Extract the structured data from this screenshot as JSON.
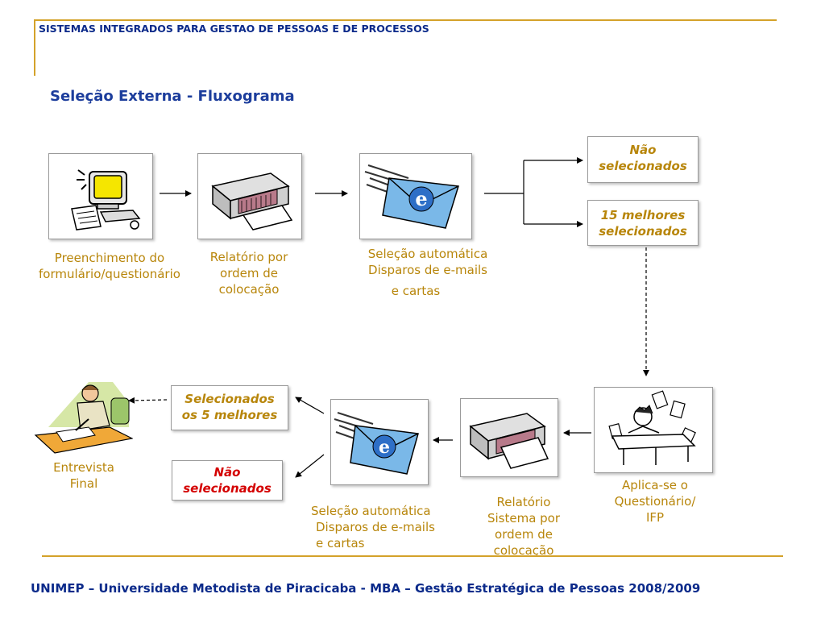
{
  "header": {
    "text": "SISTEMAS INTEGRADOS PARA GESTAO DE PESSOAS E DE PROCESSOS"
  },
  "title": "Seleção Externa - Fluxograma",
  "top_row": {
    "step1": {
      "line1": "Preenchimento do",
      "line2": "formulário/questionário"
    },
    "step2": {
      "line1": "Relatório por",
      "line2": "ordem de",
      "line3": "colocação"
    },
    "step3": {
      "line1": "Seleção automática",
      "line2": "Disparos de e-mails",
      "line3": "e cartas"
    },
    "out_rejected": {
      "line1": "Não",
      "line2": "selecionados"
    },
    "out_best": {
      "line1": "15 melhores",
      "line2": "selecionados"
    }
  },
  "bottom_row": {
    "step4": {
      "line1": "Aplica-se o",
      "line2": "Questionário/",
      "line3": "IFP"
    },
    "step5": {
      "line1": "Relatório",
      "line2": "Sistema por",
      "line3": "ordem de",
      "line4": "colocação"
    },
    "step6": {
      "line1": "Seleção automática",
      "line2": "Disparos de e-mails",
      "line3": "e cartas"
    },
    "out_selected": {
      "line1": "Selecionados",
      "line2": "os 5 melhores"
    },
    "out_rejected": {
      "line1": "Não",
      "line2": "selecionados"
    },
    "final": {
      "line1": "Entrevista",
      "line2": "Final"
    }
  },
  "footer": {
    "text": "UNIMEP – Universidade Metodista de Piracicaba - MBA – Gestão Estratégica de Pessoas 2008/2009"
  },
  "colors": {
    "accent_gold": "#d4a22a",
    "caption_gold": "#b8860b",
    "navy": "#0b2a8a",
    "title_blue": "#1c3d9c",
    "red": "#d40000"
  },
  "icons": [
    "computer-form-icon",
    "printer-report-icon",
    "email-icon",
    "student-test-icon",
    "interview-person-icon"
  ]
}
